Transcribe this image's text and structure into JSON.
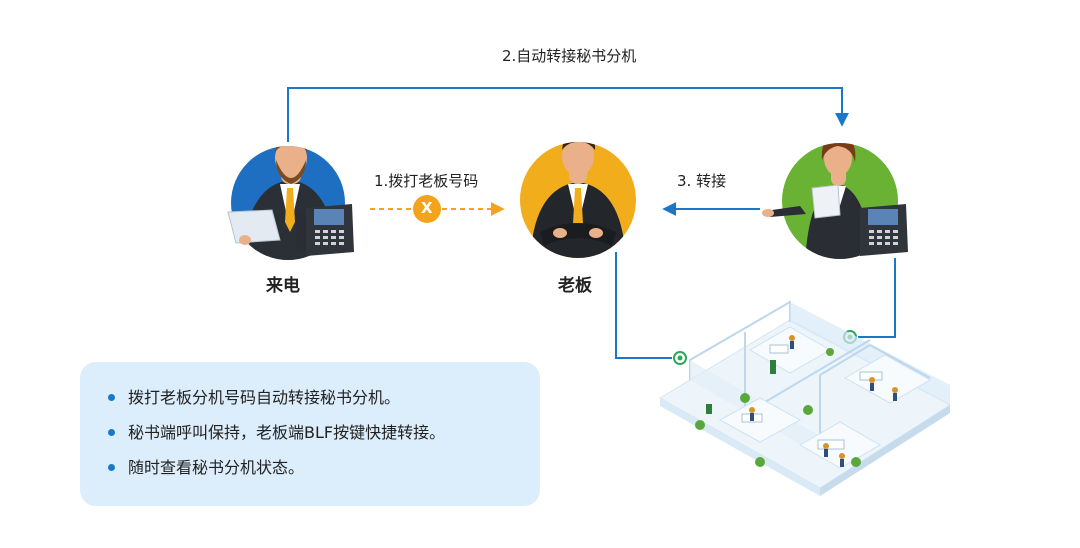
{
  "steps": {
    "step1": "1.拨打老板号码",
    "step2": "2.自动转接秘书分机",
    "step3": "3. 转接",
    "blocked": "X"
  },
  "nodes": {
    "caller": "来电",
    "boss": "老板"
  },
  "info_box": {
    "items": [
      "拨打老板分机号码自动转接秘书分机。",
      "秘书端呼叫保持，老板端BLF按键快捷转接。",
      "随时查看秘书分机状态。"
    ]
  },
  "colors": {
    "line_blue": "#1a78c8",
    "dash_orange": "#f2a51c",
    "caller_circle": "#1e6fc2",
    "boss_circle": "#f2ad1c",
    "secretary_circle": "#69b233",
    "panel_bg": "#dcedfb",
    "status_green": "#2ea85a"
  },
  "icons": [
    "caller-avatar-icon",
    "boss-avatar-icon",
    "secretary-avatar-icon",
    "ip-phone-icon",
    "office-floor-plan-icon"
  ]
}
